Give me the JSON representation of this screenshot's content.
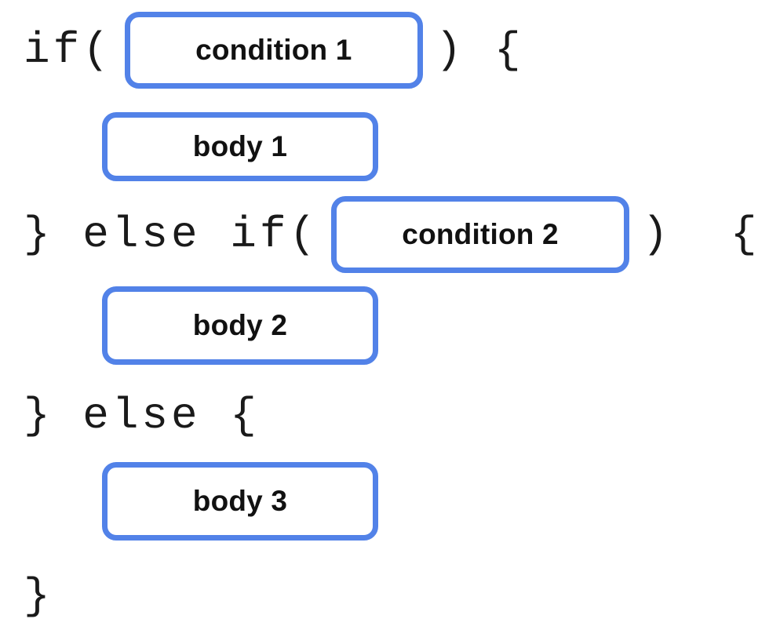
{
  "colors": {
    "accent": "#5282E8",
    "code_text": "#1A1A1A",
    "label_text": "#111111",
    "background": "#FFFFFF"
  },
  "code": {
    "if_line_prefix": "if(",
    "if_line_suffix": ") {",
    "else_if_line_prefix": "} else if(",
    "else_if_line_suffix": ")  {",
    "else_line": "} else {",
    "closing_brace": "}"
  },
  "slots": {
    "condition1": "condition 1",
    "body1": "body 1",
    "condition2": "condition 2",
    "body2": "body 2",
    "body3": "body 3"
  }
}
